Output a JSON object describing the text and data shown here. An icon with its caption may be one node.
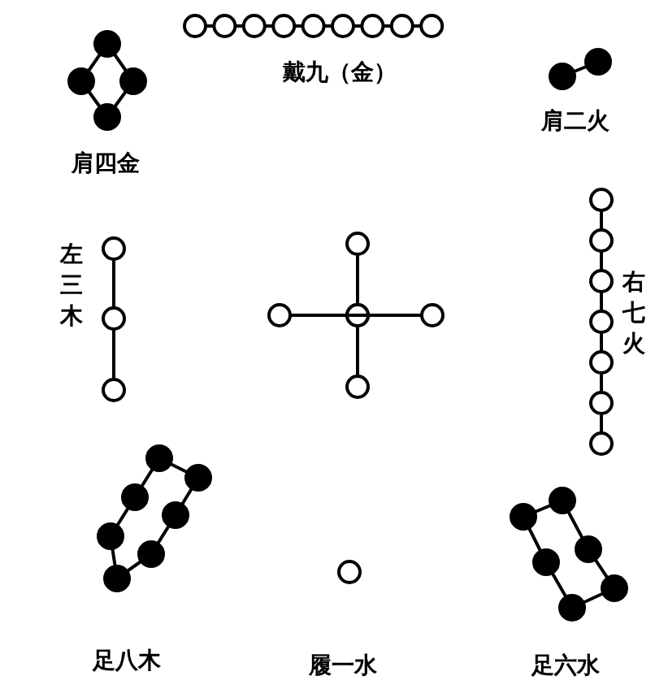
{
  "diagram": {
    "labels": [
      "戴九（金）",
      "肩四金",
      "肩二火",
      "左三木",
      "右七火",
      "足八木",
      "履一水",
      "足六水"
    ]
  }
}
